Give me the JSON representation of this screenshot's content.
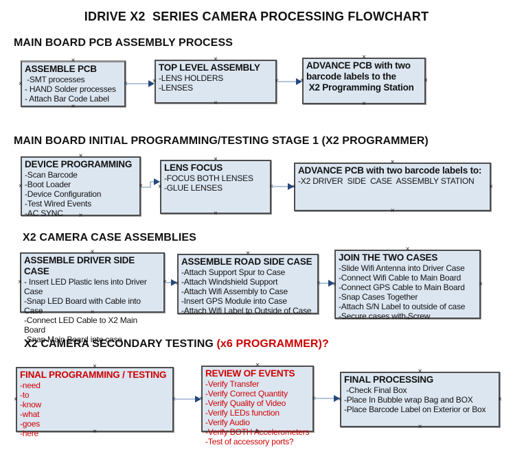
{
  "title": "IDRIVE X2  SERIES CAMERA PROCESSING FLOWCHART",
  "colors": {
    "box_fill": "#dce6f1",
    "box_border": "#4d4d4d",
    "arrow_line": "#9ab0d0",
    "arrow_head": "#24487e",
    "accent_red": "#cc0000"
  },
  "sections": [
    {
      "heading": "MAIN BOARD PCB ASSEMBLY PROCESS",
      "boxes": [
        {
          "title": "ASSEMBLE PCB",
          "items": [
            " -SMT processes",
            "- HAND Solder processes",
            "- Attach Bar Code Label"
          ]
        },
        {
          "title": "TOP LEVEL ASSEMBLY",
          "items": [
            "-LENS HOLDERS",
            "-LENSES"
          ]
        },
        {
          "title": "ADVANCE PCB with two\nbarcode labels to the\n X2 Programming Station",
          "items": []
        }
      ]
    },
    {
      "heading": "MAIN BOARD INITIAL PROGRAMMING/TESTING STAGE 1 (X2 PROGRAMMER)",
      "boxes": [
        {
          "title": "DEVICE PROGRAMMING",
          "items": [
            "-Scan Barcode",
            "-Boot Loader",
            "-Device Configuration",
            "-Test Wired Events",
            "-AC SYNC"
          ]
        },
        {
          "title": "LENS FOCUS",
          "items": [
            "-FOCUS BOTH LENSES",
            "-GLUE LENSES"
          ]
        },
        {
          "title": "ADVANCE PCB with two barcode labels to:",
          "items": [
            "-X2 DRIVER  SIDE  CASE  ASSEMBLY STATION"
          ]
        }
      ]
    },
    {
      "heading": "X2 CAMERA CASE ASSEMBLIES",
      "boxes": [
        {
          "title": "ASSEMBLE DRIVER SIDE CASE",
          "items": [
            "- Insert LED Plastic lens into Driver Case",
            "-Snap LED Board with Cable into Case",
            "-Connect LED Cable to X2 Main Board",
            "-Snap Main Board into case"
          ]
        },
        {
          "title": "ASSEMBLE ROAD SIDE CASE",
          "items": [
            "-Attach Support Spur to Case",
            "-Attach Windshield Support",
            "-Attach Wifi Assembly to Case",
            "-Insert GPS Module into Case",
            "-Attach Wifi Label to Outside of Case"
          ]
        },
        {
          "title": "JOIN THE TWO CASES",
          "items": [
            "-Slide Wifi Antenna into Driver Case",
            "-Connect Wifi Cable to Main Board",
            "-Connect GPS Cable to Main Board",
            "-Snap Cases Together",
            "-Attach S/N Label to outside of case",
            "-Secure cases with Screw"
          ]
        }
      ]
    },
    {
      "heading": "X2 CAMERA SECONDARY TESTING ",
      "heading_red": "(x6 PROGRAMMER)?",
      "boxes": [
        {
          "title": "FINAL PROGRAMMING / TESTING",
          "items": [
            "-need",
            "-to",
            "-know",
            "-what",
            "-goes",
            "-here"
          ]
        },
        {
          "title": "REVIEW OF EVENTS",
          "items": [
            "-Verify Transfer",
            "-Verify Correct Quantity",
            "-Verify Quality of Video",
            "-Verify LEDs function",
            "-Verify Audio",
            "-Verify BOTH Accelerometers",
            "-Test of accessory ports?"
          ]
        },
        {
          "title": "FINAL PROCESSING",
          "items": [
            " -Check Final Box",
            "-Place In Bubble wrap Bag and BOX",
            "-Place Barcode Label on Exterior or Box"
          ]
        }
      ]
    }
  ]
}
